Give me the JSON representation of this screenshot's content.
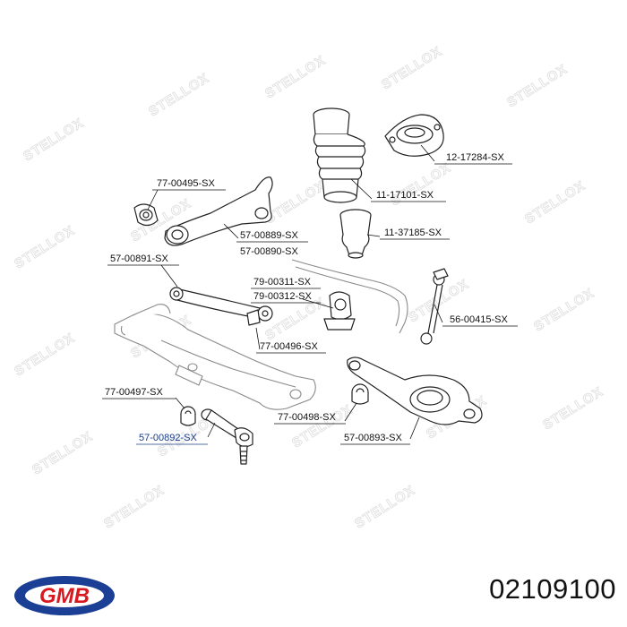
{
  "watermark_text": "STELLOX",
  "brand": {
    "logo_text": "GMB",
    "color_blue": "#1b3f94",
    "color_red": "#d71920"
  },
  "part_number": "02109100",
  "highlight_color": "#1a3c8c",
  "labels": [
    {
      "id": "l1",
      "text": "12-17284-SX",
      "highlight": false
    },
    {
      "id": "l2",
      "text": "11-17101-SX",
      "highlight": false
    },
    {
      "id": "l3",
      "text": "77-00495-SX",
      "highlight": false
    },
    {
      "id": "l4",
      "text": "11-37185-SX",
      "highlight": false
    },
    {
      "id": "l5",
      "text": "57-00889-SX",
      "highlight": false
    },
    {
      "id": "l6",
      "text": "57-00890-SX",
      "highlight": false
    },
    {
      "id": "l7",
      "text": "57-00891-SX",
      "highlight": false
    },
    {
      "id": "l8",
      "text": "79-00311-SX",
      "highlight": false
    },
    {
      "id": "l9",
      "text": "79-00312-SX",
      "highlight": false
    },
    {
      "id": "l10",
      "text": "56-00415-SX",
      "highlight": false
    },
    {
      "id": "l11",
      "text": "77-00496-SX",
      "highlight": false
    },
    {
      "id": "l12",
      "text": "77-00497-SX",
      "highlight": false
    },
    {
      "id": "l13",
      "text": "77-00498-SX",
      "highlight": false
    },
    {
      "id": "l14",
      "text": "57-00892-SX",
      "highlight": true
    },
    {
      "id": "l15",
      "text": "57-00893-SX",
      "highlight": false
    }
  ]
}
